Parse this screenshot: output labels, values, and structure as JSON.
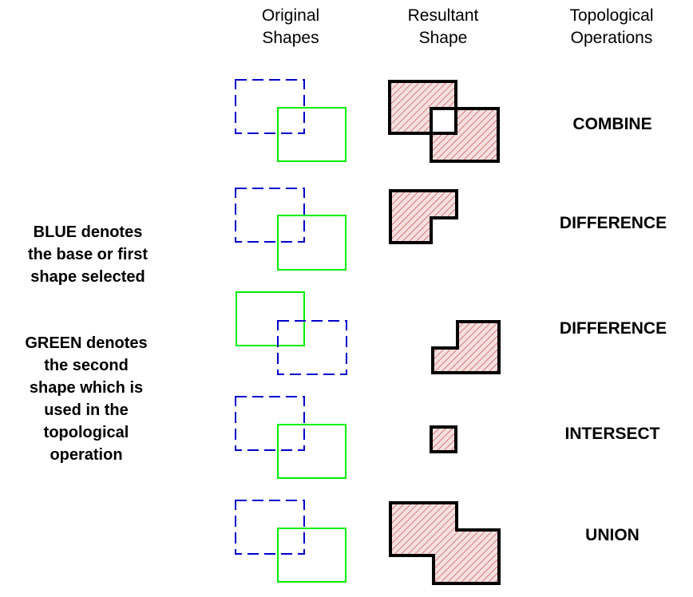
{
  "headers": {
    "original": [
      "Original",
      "Shapes"
    ],
    "resultant": [
      "Resultant",
      "Shape"
    ],
    "operations": [
      "Topological",
      "Operations"
    ]
  },
  "operations": [
    "COMBINE",
    "DIFFERENCE",
    "DIFFERENCE",
    "INTERSECT",
    "UNION"
  ],
  "notes": {
    "blue": [
      "BLUE denotes",
      "the base or first",
      "shape selected"
    ],
    "green": [
      "GREEN denotes",
      "the second",
      "shape which is",
      "used in the",
      "topological",
      "operation"
    ]
  },
  "colors": {
    "blue_shape": "#0000cc",
    "green_shape": "#00ee00",
    "result_outline": "#000000",
    "result_fill": "#f2e0e0",
    "hatch": "#d04040"
  }
}
